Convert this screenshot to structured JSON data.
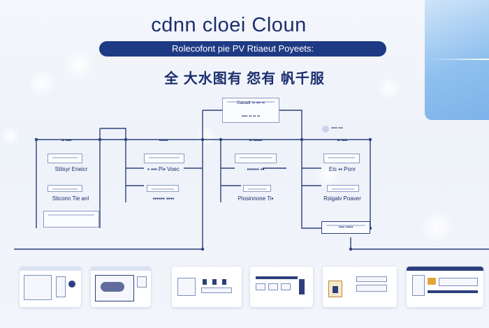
{
  "header": {
    "title": "cdnn  cloei Cloun",
    "subtitle": "Rolecofont pie  PV  Rtiaeut Poyeets:",
    "heading_cn": "全 大水图有 怨有 帆千服"
  },
  "diagram": {
    "top_node": {
      "line1": "Gaoadr ▪▪ ▪▪▪ ▪▪",
      "line2": "▪▪▪▪ ▪▪ ▪▪ ▪▪"
    },
    "right_tag": "▪▪▪▪ ▪▪▪",
    "columns": [
      {
        "top": "▪▪ ▪▪▪▪",
        "mid": "Stilsyr Eneicr",
        "bottom": "Sticonn Tie anl"
      },
      {
        "top": "▪▪▪▪▪▪",
        "mid": "▪ ▪▪▪ Pi▪ Voec",
        "bottom": "▪▪▪▪▪▪ ▪▪▪▪"
      },
      {
        "top": "▪▪ ▪▪▪▪▪▪",
        "mid": "▪▪▪▪▪▪ ▪▪",
        "bottom": "Piosinnone Ti▪"
      },
      {
        "top": "▪▪ ▪▪▪▪",
        "mid": "Eis ▪▪ Ponr",
        "bottom": "Rsigalv Poaver"
      }
    ],
    "bottom_right_node": "▪▪▪▪ ▪▪▪▪▪"
  }
}
